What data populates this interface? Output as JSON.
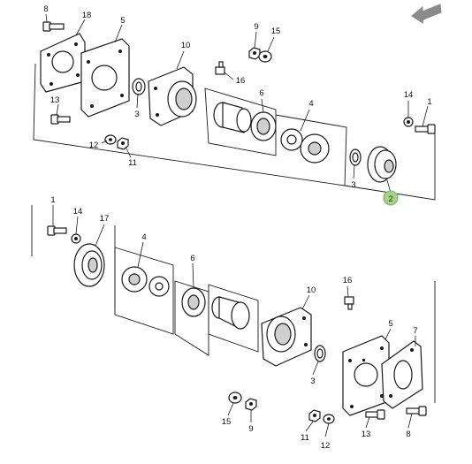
{
  "nav": {
    "back_icon": "back-arrow-icon",
    "arrow_color": "#8a8a8a"
  },
  "highlight_color": "#a9d18e",
  "callouts": {
    "c1": "8",
    "c2": "18",
    "c3": "5",
    "c4": "13",
    "c5": "3",
    "c6": "12",
    "c7": "11",
    "c8": "10",
    "c9": "9",
    "c10": "15",
    "c11": "16",
    "c12": "6",
    "c13": "4",
    "c14": "14",
    "c15": "1",
    "c16": "3",
    "c17": "2",
    "c18": "1",
    "c19": "14",
    "c20": "17",
    "c21": "4",
    "c22": "6",
    "c23": "16",
    "c24": "10",
    "c25": "5",
    "c26": "7",
    "c27": "3",
    "c28": "15",
    "c29": "9",
    "c30": "11",
    "c31": "12",
    "c32": "13",
    "c33": "8"
  }
}
